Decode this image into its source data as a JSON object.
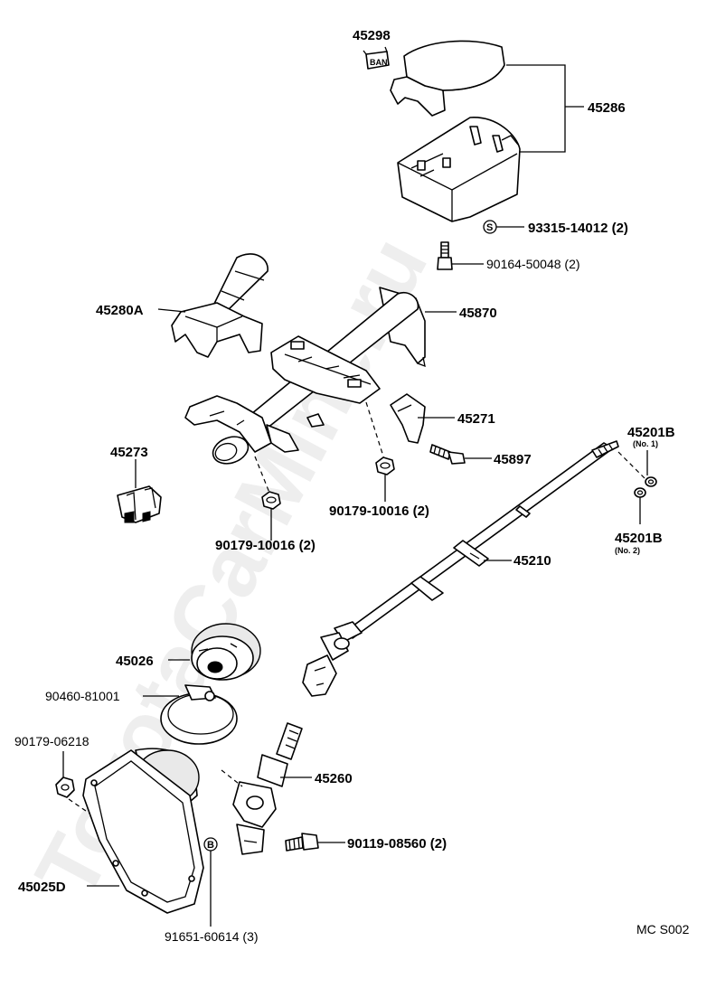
{
  "watermark": "ToyotaCarMine.ru",
  "diagram_code": "MC S002",
  "labels": {
    "p45298": "45298",
    "p45286": "45286",
    "p93315": "93315-14012 (2)",
    "p90164": "90164-50048 (2)",
    "p45280A": "45280A",
    "p45870": "45870",
    "p45271": "45271",
    "p45897": "45897",
    "p45201B_1": "45201B",
    "p45201B_1_note": "(No. 1)",
    "p45201B_2": "45201B",
    "p45201B_2_note": "(No. 2)",
    "p45273": "45273",
    "p90179_10016_a": "90179-10016 (2)",
    "p90179_10016_b": "90179-10016 (2)",
    "p45210": "45210",
    "p45026": "45026",
    "p90460": "90460-81001",
    "p90179_06218": "90179-06218",
    "p45260": "45260",
    "p90119": "90119-08560 (2)",
    "p45025D": "45025D",
    "p91651": "91651-60614 (3)",
    "mark_s": "S",
    "mark_b": "B",
    "clip_text": "BAN"
  }
}
